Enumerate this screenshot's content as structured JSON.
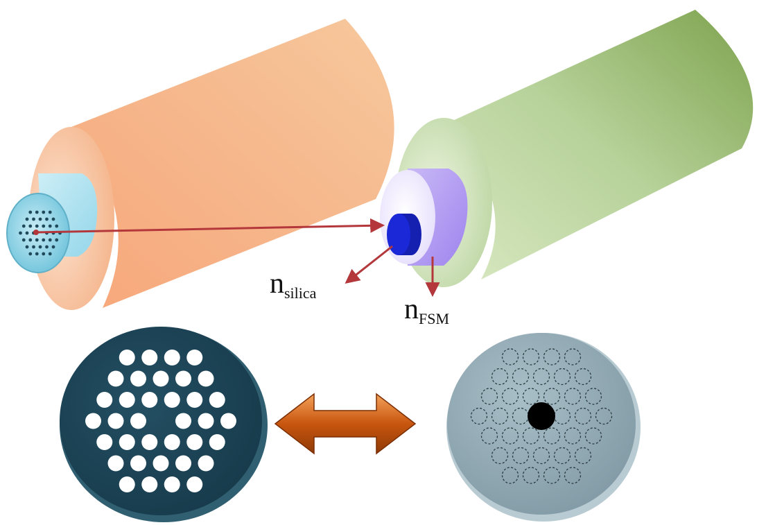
{
  "labels": {
    "silica": {
      "base": "n",
      "sub": "silica"
    },
    "fsm": {
      "base": "n",
      "sub": "FSM"
    }
  },
  "colors": {
    "pcf_jacket": "#f6b88d",
    "pcf_cladding": "#a9e2ef",
    "pcf_face": "#7fd0e4",
    "sif_jacket": "#a5c47a",
    "sif_cladding": "#b39cf0",
    "sif_core": "#1a28d8",
    "arrow": "#b3373b",
    "pcf_cross_section": "#1f4a5c",
    "sif_cross_section": "#8fa8b3",
    "equivalence_arrow": "#c0540e"
  },
  "icons": {
    "pcf_fiber": "photonic-crystal-fiber-icon",
    "sif_fiber": "step-index-fiber-icon",
    "equivalence": "double-arrow-icon"
  }
}
